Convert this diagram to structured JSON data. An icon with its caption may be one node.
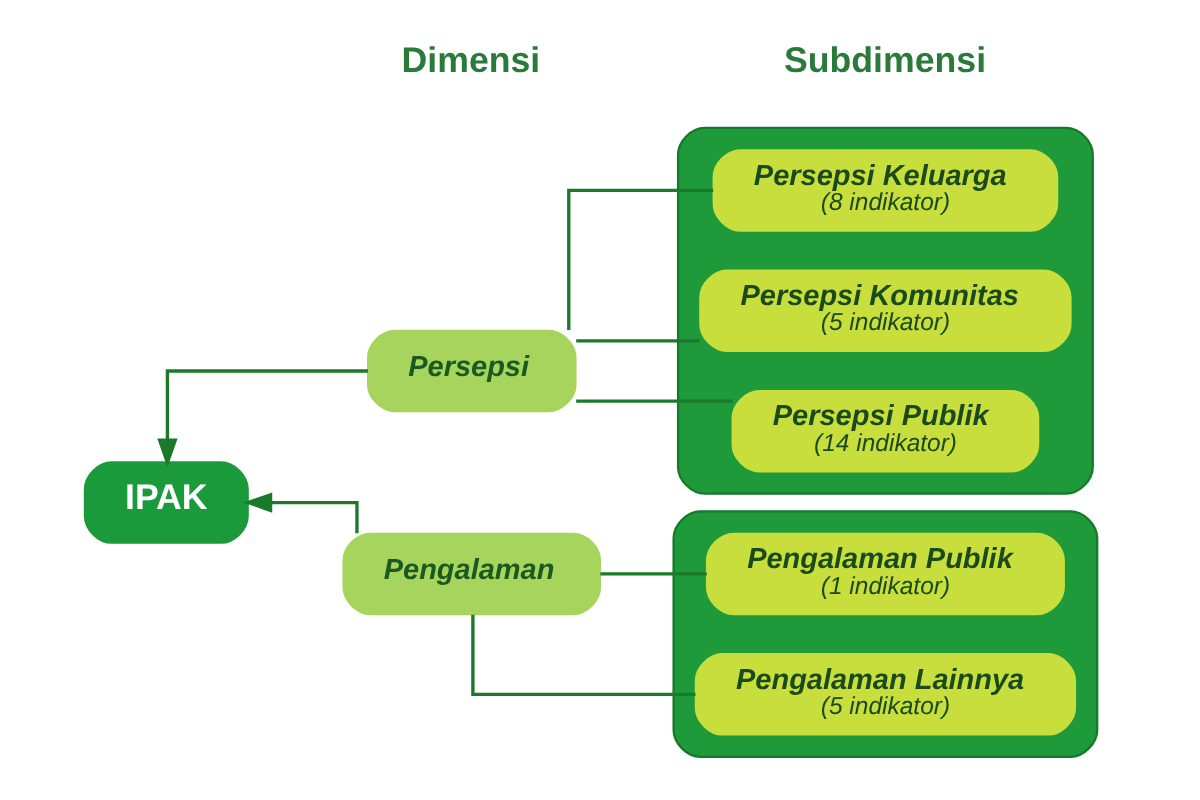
{
  "diagram": {
    "nodes": [
      {
        "text": [
          "IPAK"
        ]
      },
      {
        "text": [
          "Persepsi"
        ]
      },
      {
        "text": [
          "Pengalaman"
        ]
      },
      {
        "text": [],
        "shape": "box"
      },
      {
        "text": [
          "Persepsi Keluarga",
          "(8 indikator)"
        ],
        "in": 3
      },
      {
        "text": [
          "Persepsi Komunitas",
          "(5 indikator)"
        ],
        "in": 3
      },
      {
        "text": [
          "Persepsi Publik",
          "(14 indikator)"
        ],
        "in": 3
      },
      {
        "text": [],
        "shape": "box"
      },
      {
        "text": [
          "Pengalaman Publik",
          "(1 indikator)"
        ],
        "in": 7
      },
      {
        "text": [
          "Pengalaman Lainnya",
          "(5 indikator)"
        ],
        "in": 7
      }
    ],
    "edges": [
      {
        "from": 1,
        "to": 0,
        "arrow": "to"
      },
      {
        "from": 2,
        "to": 0,
        "arrow": "to"
      },
      {
        "from": 1,
        "to": 4,
        "arrow": "none"
      },
      {
        "from": 1,
        "to": 5,
        "arrow": "none"
      },
      {
        "from": 1,
        "to": 6,
        "arrow": "none"
      },
      {
        "from": 2,
        "to": 8,
        "arrow": "none"
      },
      {
        "from": 2,
        "to": 9,
        "arrow": "none"
      }
    ],
    "labels": [
      "Dimensi",
      "Subdimensi"
    ]
  }
}
